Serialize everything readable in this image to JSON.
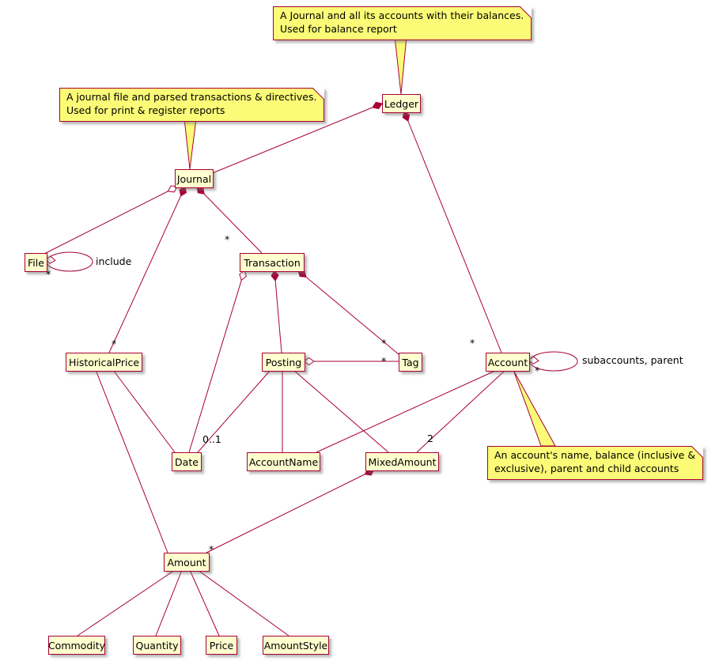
{
  "classes": [
    {
      "id": "ledger",
      "label": "Ledger"
    },
    {
      "id": "journal",
      "label": "Journal"
    },
    {
      "id": "file",
      "label": "File"
    },
    {
      "id": "transaction",
      "label": "Transaction"
    },
    {
      "id": "historical_price",
      "label": "HistoricalPrice"
    },
    {
      "id": "posting",
      "label": "Posting"
    },
    {
      "id": "tag",
      "label": "Tag"
    },
    {
      "id": "account",
      "label": "Account"
    },
    {
      "id": "date",
      "label": "Date"
    },
    {
      "id": "account_name",
      "label": "AccountName"
    },
    {
      "id": "mixed_amount",
      "label": "MixedAmount"
    },
    {
      "id": "amount",
      "label": "Amount"
    },
    {
      "id": "commodity",
      "label": "Commodity"
    },
    {
      "id": "quantity",
      "label": "Quantity"
    },
    {
      "id": "price",
      "label": "Price"
    },
    {
      "id": "amount_style",
      "label": "AmountStyle"
    }
  ],
  "notes": {
    "ledger": {
      "line1": "A Journal and all its accounts with their balances.",
      "line2": "Used for balance report"
    },
    "journal": {
      "line1": "A journal file and parsed transactions & directives.",
      "line2": "Used for print & register reports"
    },
    "account": {
      "line1": "An account's name, balance (inclusive &",
      "line2": "exclusive), parent and child accounts"
    }
  },
  "edge_labels": {
    "star": "*",
    "include": "include",
    "subaccounts": "subaccounts, parent",
    "zero_or_one": "0..1",
    "two": "2"
  },
  "colors": {
    "line": "#A80036",
    "class_fill": "#FEFECE",
    "note_fill": "#FBFB77"
  }
}
